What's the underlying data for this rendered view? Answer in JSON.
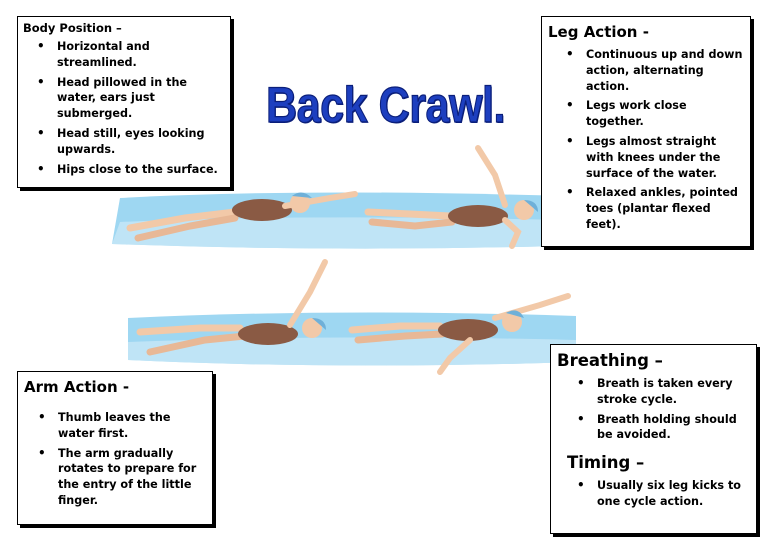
{
  "title": "Back Crawl.",
  "body_position": {
    "heading": "Body Position –",
    "items": [
      "Horizontal and streamlined.",
      "Head pillowed in the water, ears just submerged.",
      "Head still, eyes looking upwards.",
      "Hips close to the surface."
    ]
  },
  "leg_action": {
    "heading": "Leg Action -",
    "items": [
      "Continuous up and down action, alternating action.",
      "Legs work close together.",
      "Legs almost straight with knees under the surface of the water.",
      "Relaxed ankles, pointed toes (plantar flexed feet)."
    ]
  },
  "arm_action": {
    "heading": "Arm Action -",
    "items": [
      "Thumb leaves the water first.",
      "The arm gradually rotates to prepare for the entry of the little finger."
    ]
  },
  "breathing": {
    "heading": "Breathing –",
    "items": [
      "Breath is taken every stroke cycle.",
      "Breath holding should be avoided."
    ]
  },
  "timing": {
    "heading": "Timing –",
    "items": [
      "Usually six leg kicks to one cycle action."
    ]
  },
  "colors": {
    "title": "#1d3fbf",
    "water": "#8fd0f0",
    "swimsuit": "#8a5a44",
    "skin": "#f2c9a8",
    "cap": "#6fb0d8"
  },
  "figures": [
    "swimmer",
    "swimmer",
    "swimmer",
    "swimmer"
  ]
}
